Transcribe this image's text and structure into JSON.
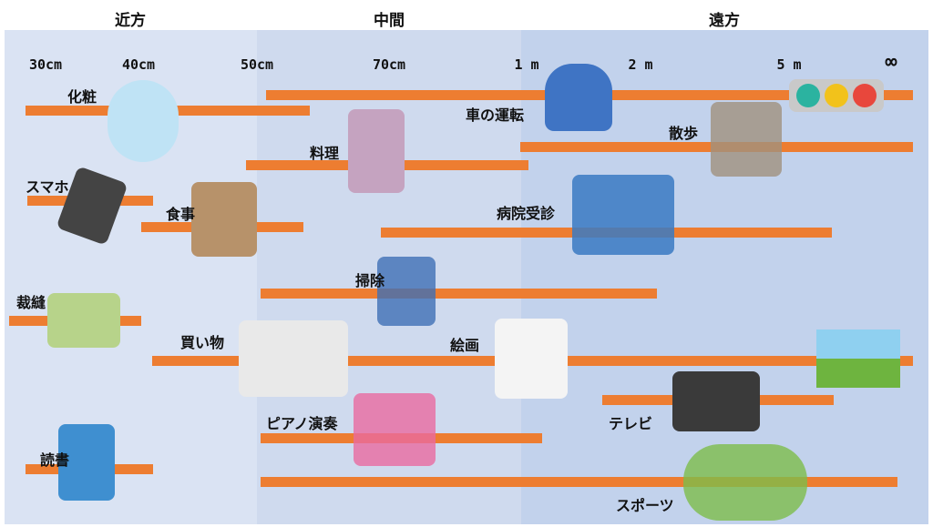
{
  "zones": [
    {
      "label": "近方"
    },
    {
      "label": "中間"
    },
    {
      "label": "遠方"
    }
  ],
  "ticks": [
    "30cm",
    "40cm",
    "50cm",
    "70cm",
    "1 m",
    "2 m",
    "5 m",
    "∞"
  ],
  "activities": [
    {
      "label": "車の運転"
    },
    {
      "label": "化粧"
    },
    {
      "label": "料理"
    },
    {
      "label": "散歩"
    },
    {
      "label": "スマホ"
    },
    {
      "label": "食事"
    },
    {
      "label": "病院受診"
    },
    {
      "label": "掃除"
    },
    {
      "label": "裁縫"
    },
    {
      "label": "買い物"
    },
    {
      "label": "絵画"
    },
    {
      "label": "テレビ"
    },
    {
      "label": "ピアノ演奏"
    },
    {
      "label": "読書"
    },
    {
      "label": "スポーツ"
    }
  ],
  "colors": {
    "near": "#dae3f3",
    "middle": "#cfdaee",
    "far": "#c2d2ec",
    "bar": "#ed7d31"
  }
}
